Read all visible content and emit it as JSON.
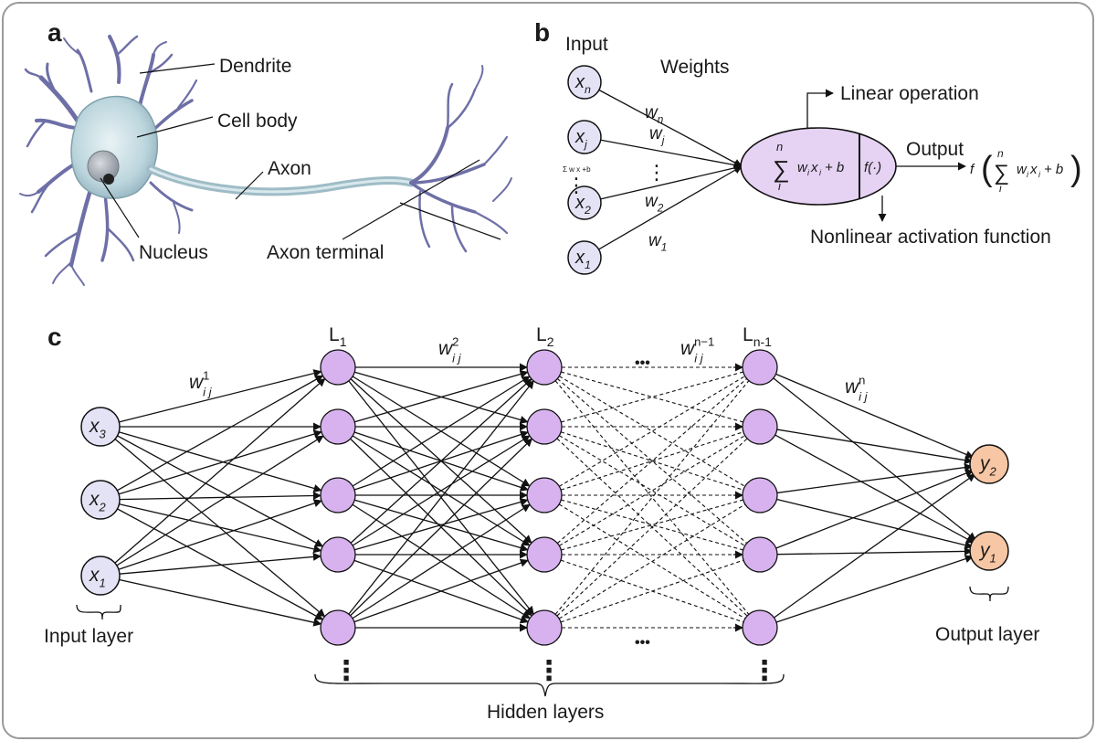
{
  "panels": {
    "a": "a",
    "b": "b",
    "c": "c"
  },
  "neuron": {
    "dendrite": "Dendrite",
    "cell_body": "Cell body",
    "axon": "Axon",
    "nucleus": "Nucleus",
    "axon_terminal": "Axon terminal"
  },
  "perceptron": {
    "input": "Input",
    "weights": "Weights",
    "inputs": [
      {
        "base": "x",
        "sub": "n"
      },
      {
        "base": "x",
        "sub": "j"
      },
      {
        "base": "x",
        "sub": "2"
      },
      {
        "base": "x",
        "sub": "1"
      }
    ],
    "weight_labels": [
      {
        "base": "w",
        "sub": "n"
      },
      {
        "base": "w",
        "sub": "j"
      },
      {
        "base": "w",
        "sub": "2"
      },
      {
        "base": "w",
        "sub": "1"
      }
    ],
    "small_sum": "Σ w x +b",
    "sum_symbol": "∑",
    "sum_top": "n",
    "sum_bottom": "i",
    "sum_expr": "w",
    "sum_expr_sub": "i",
    "sum_expr_x": "x",
    "sum_expr_xsub": "i",
    "sum_expr_tail": "+ b",
    "activation": "f(·)",
    "linear_operation": "Linear operation",
    "output": "Output",
    "nonlinear": "Nonlinear activation function",
    "output_f": "f",
    "output_expr_tail": "+ b"
  },
  "network": {
    "input_nodes": [
      {
        "base": "x",
        "sub": "3"
      },
      {
        "base": "x",
        "sub": "2"
      },
      {
        "base": "x",
        "sub": "1"
      }
    ],
    "output_nodes": [
      {
        "base": "y",
        "sub": "2"
      },
      {
        "base": "y",
        "sub": "1"
      }
    ],
    "layers": [
      {
        "base": "L",
        "sub": "1"
      },
      {
        "base": "L",
        "sub": "2"
      },
      {
        "base": "L",
        "sub": "n-1"
      }
    ],
    "weights": [
      {
        "base": "w",
        "sup": "1",
        "sub": "i j"
      },
      {
        "base": "w",
        "sup": "2",
        "sub": "i j"
      },
      {
        "base": "w",
        "sup": "n−1",
        "sub": "i j"
      },
      {
        "base": "w",
        "sup": "n",
        "sub": "i j"
      }
    ],
    "ellipsis": "•••",
    "vdots": "⋮",
    "input_layer": "Input layer",
    "output_layer": "Output layer",
    "hidden_layers": "Hidden layers",
    "colors": {
      "input_node": "#e4e3f6",
      "hidden_node": "#d7b2ee",
      "output_node": "#f7c6a4",
      "neuron_body": "#c9dfe6",
      "dendrite": "#6e6fa6"
    }
  }
}
